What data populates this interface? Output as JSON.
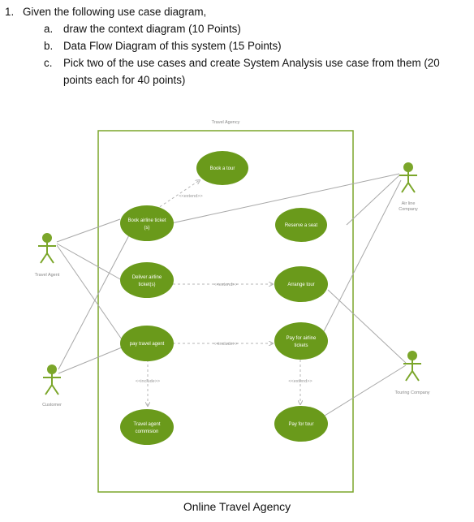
{
  "question": {
    "number": "1.",
    "stem": "Given the following use case diagram,",
    "items": [
      {
        "letter": "a.",
        "text": "draw the context diagram (10 Points)"
      },
      {
        "letter": "b.",
        "text": "Data Flow Diagram of this system (15 Points)"
      },
      {
        "letter": "c.",
        "text": "Pick two of the use cases and create System Analysis use case from them (20",
        "cont": "points each for 40 points)"
      }
    ]
  },
  "diagram": {
    "system_label": "Travel Agency",
    "colors": {
      "usecase": "#6a9a1b",
      "actor": "#7ba62a",
      "boundary": "#7ba62a",
      "line": "#a8a8a8",
      "dashed": "#b5b5b5"
    },
    "actors": {
      "travel_agent": "Travel Agent",
      "customer": "Customer",
      "airline": [
        "Air line",
        "Company"
      ],
      "touring": "Touring Company"
    },
    "usecases": {
      "book_tour": [
        "Book a tour"
      ],
      "book_airline": [
        "Book airline ticket",
        "(s)"
      ],
      "reserve_seat": [
        "Reserve a seat"
      ],
      "deliver_airline": [
        "Deliver airline",
        "ticket(s)"
      ],
      "arrange_tour": [
        "Arrange tour"
      ],
      "pay_agent": [
        "pay travel agent"
      ],
      "pay_airline": [
        "Pay for airline",
        "tickets"
      ],
      "agent_commission": [
        "Travel agent",
        "commision"
      ],
      "pay_tour": [
        "Pay for tour"
      ]
    },
    "relations": {
      "extend": "<<extend>>",
      "include": "<<include>>"
    }
  },
  "caption": "Online Travel Agency"
}
